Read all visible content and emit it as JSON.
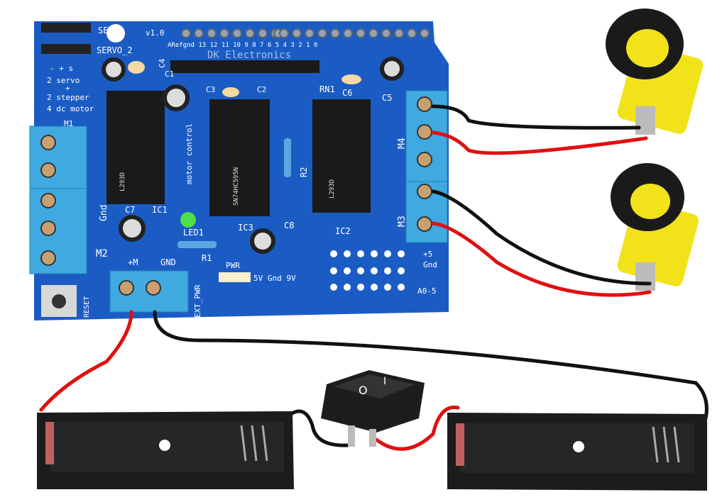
{
  "board": {
    "maker": "DK Electronics",
    "version": "v1.0",
    "servo1": "SER1",
    "servo2": "SERVO_2",
    "features": [
      "- + s",
      "2 servo",
      "+",
      "2 stepper",
      "4 dc motor"
    ],
    "pins_top": "ARefgnd 13 12 11 10 9 8   7 6 5 4 3 2 1 0",
    "motor_control": "motor control",
    "ic1": "IC1",
    "ic2": "IC2",
    "ic3": "IC3",
    "ic1_text": "L293D",
    "ic2_text": "L293D",
    "ic3_text": "SN74HC595N",
    "caps": {
      "c1": "C1",
      "c2": "C2",
      "c3": "C3",
      "c4": "C4",
      "c5": "C5",
      "c6": "C6",
      "c7": "C7",
      "c8": "C8"
    },
    "rn1": "RN1",
    "r1": "R1",
    "r2": "R2",
    "led1": "LED1",
    "m1": "M1",
    "m2": "M2",
    "m3": "M3",
    "m4": "M4",
    "gnd_side": "Gnd",
    "plus_m": "+M",
    "gnd": "GND",
    "ext_pwr": "EXT_PWR",
    "pwr": "PWR",
    "pwr_pins": "5V Gnd 9V",
    "plus5": "+5",
    "gnd2": "Gnd",
    "a0_5": "A0-5",
    "reset": "RESET"
  },
  "switch": {
    "on_symbol": "I",
    "off_symbol": "O"
  },
  "colors": {
    "board": "#1b5cc4",
    "terminal": "#3fa9e0",
    "wire_red": "#e01010",
    "wire_black": "#111111",
    "wheel_hub": "#f2e21a"
  }
}
